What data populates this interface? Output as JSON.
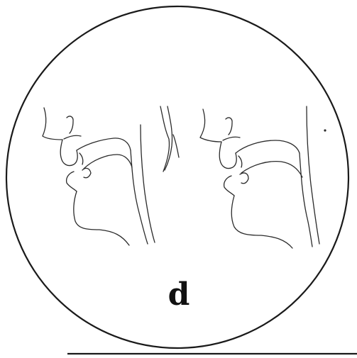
{
  "figure": {
    "panel_label": "d",
    "drawings": [
      {
        "id": "left",
        "description": "sagittal-section-head-profile"
      },
      {
        "id": "right",
        "description": "sagittal-section-head-profile"
      }
    ],
    "colors": {
      "ink": "#2b2b2b",
      "background": "#ffffff"
    }
  }
}
